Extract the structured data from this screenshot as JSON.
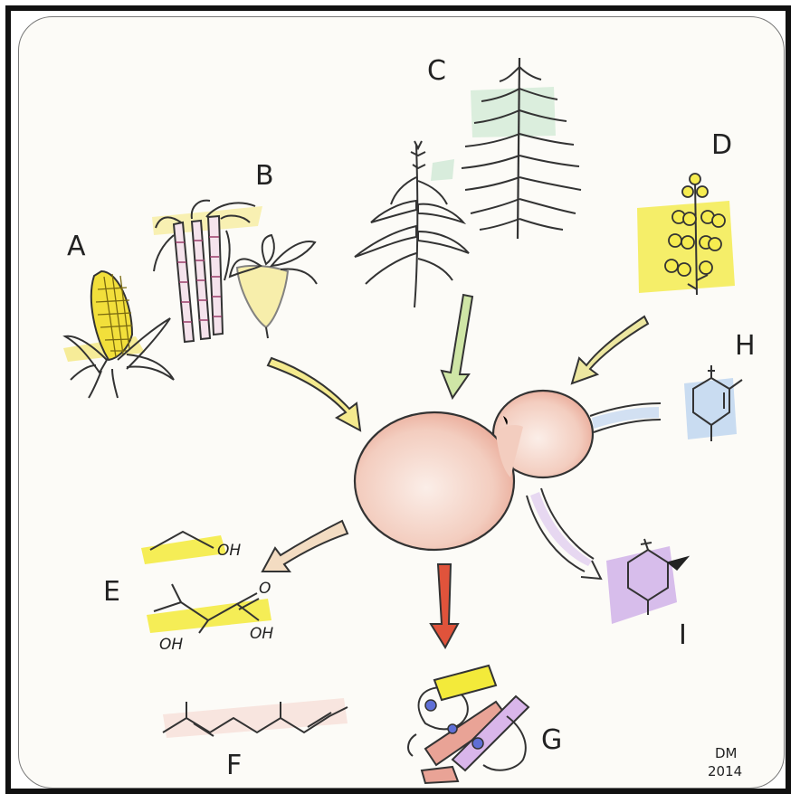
{
  "labels": {
    "a": "A",
    "b": "B",
    "c": "C",
    "d": "D",
    "e": "E",
    "f": "F",
    "g": "G",
    "h": "H",
    "i": "I"
  },
  "chem": {
    "ethanol_oh": "OH",
    "lactic_oh1": "OH",
    "lactic_oh2": "OH",
    "lactic_o": "O"
  },
  "signature": {
    "initials": "DM",
    "year": "2014"
  },
  "colors": {
    "corn_highlight": "#f1e04a",
    "sugar_highlight": "#f4e77a",
    "conifer_highlight": "#bfe3c9",
    "canola_highlight": "#f3ea3a",
    "yeast_fill": "#f3c7b8",
    "arrow_red": "#e0533b",
    "h_highlight": "#aecbee",
    "i_highlight": "#c8a3e6"
  }
}
